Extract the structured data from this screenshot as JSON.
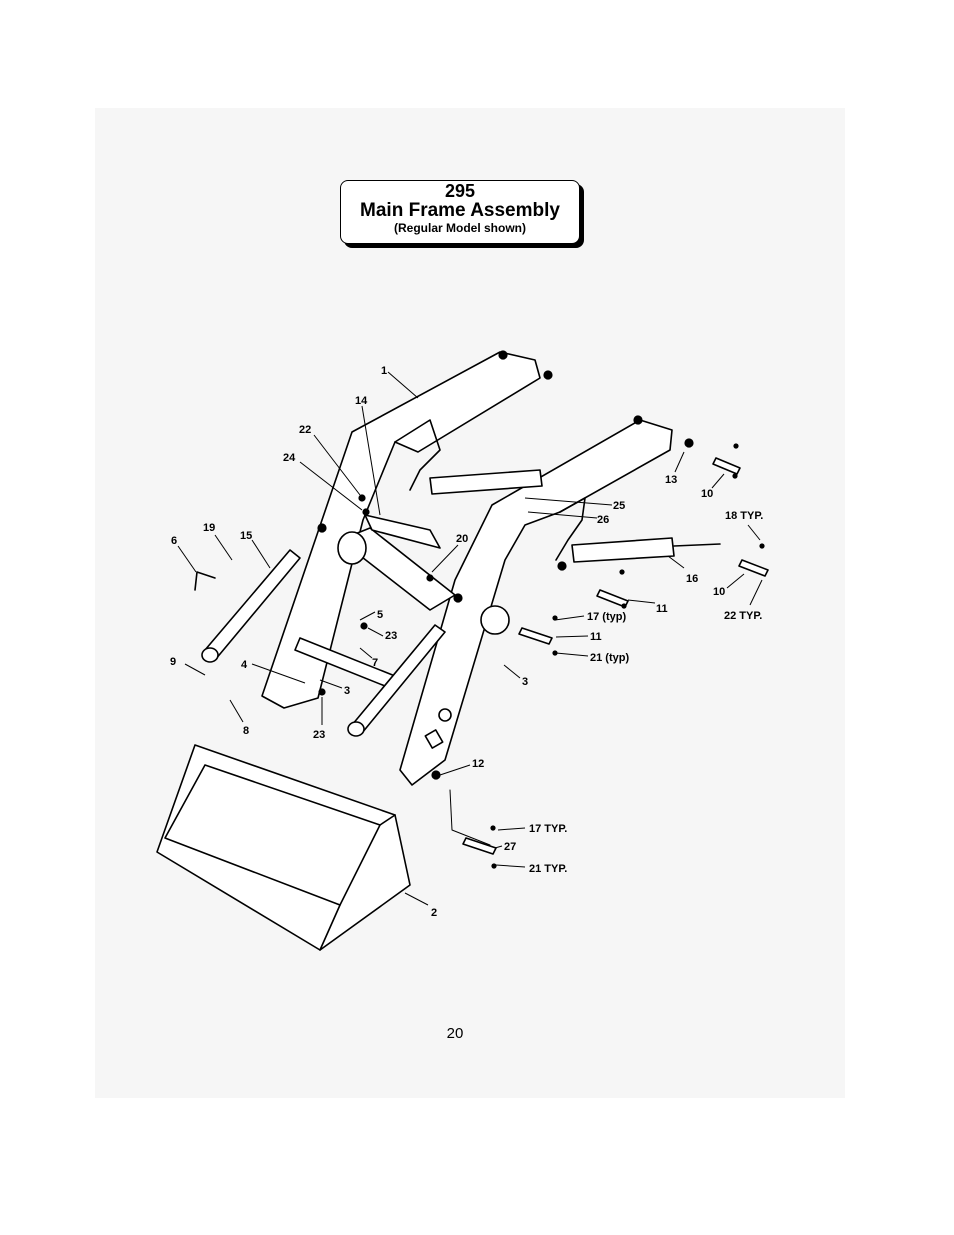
{
  "title": {
    "number": "295",
    "name": "Main Frame Assembly",
    "subtitle": "(Regular Model shown)"
  },
  "labels": {
    "l1": "1",
    "l14": "14",
    "l22": "22",
    "l24": "24",
    "l19": "19",
    "l15": "15",
    "l6": "6",
    "l20": "20",
    "l25": "25",
    "l26": "26",
    "l13": "13",
    "l10a": "10",
    "l18typ": "18 TYP.",
    "l16": "16",
    "l10b": "10",
    "l11a": "11",
    "l22typ": "22 TYP.",
    "l17typ_paren": "17 (typ)",
    "l11b": "11",
    "l21typ_paren": "21 (typ)",
    "l5": "5",
    "l23a": "23",
    "l7": "7",
    "l9": "9",
    "l4": "4",
    "l3a": "3",
    "l3b": "3",
    "l8": "8",
    "l23b": "23",
    "l12": "12",
    "l17typ": "17 TYP.",
    "l27": "27",
    "l21typ": "21 TYP.",
    "l2": "2"
  },
  "page_number": "20"
}
